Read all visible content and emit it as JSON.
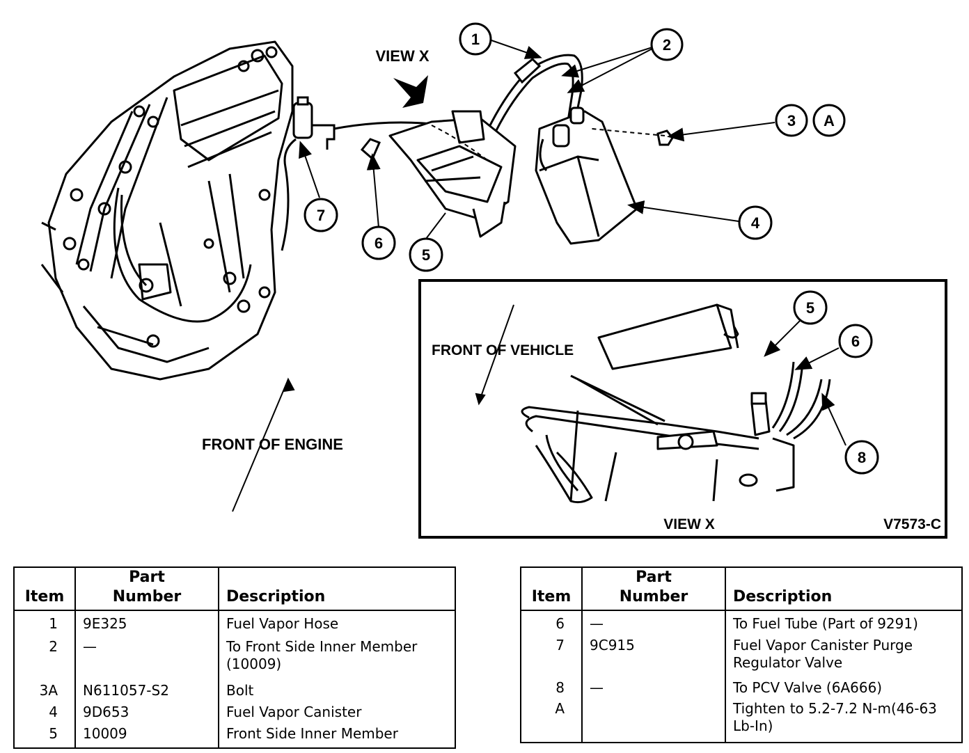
{
  "diagram": {
    "view_x_label": "VIEW X",
    "front_of_engine": "FRONT OF ENGINE",
    "front_of_vehicle": "FRONT OF VEHICLE",
    "inset_view_label": "VIEW X",
    "figure_code": "V7573-C",
    "callouts": {
      "c1": "1",
      "c2": "2",
      "c3": "3",
      "cA": "A",
      "c4": "4",
      "c5": "5",
      "c6": "6",
      "c7": "7",
      "i5": "5",
      "i6": "6",
      "i8": "8"
    }
  },
  "table_left": {
    "headers": {
      "item": "Item",
      "part_number": "Part\nNumber",
      "description": "Description"
    },
    "rows": [
      {
        "item": "1",
        "part_number": "9E325",
        "description": "Fuel Vapor Hose"
      },
      {
        "item": "2",
        "part_number": "—",
        "description": "To Front Side Inner Member (10009)"
      },
      {
        "item": "3A",
        "part_number": "N611057-S2",
        "description": "Bolt"
      },
      {
        "item": "4",
        "part_number": "9D653",
        "description": "Fuel Vapor Canister"
      },
      {
        "item": "5",
        "part_number": "10009",
        "description": "Front Side Inner Member"
      }
    ]
  },
  "table_right": {
    "headers": {
      "item": "Item",
      "part_number": "Part\nNumber",
      "description": "Description"
    },
    "rows": [
      {
        "item": "6",
        "part_number": "—",
        "description": "To Fuel Tube (Part of 9291)"
      },
      {
        "item": "7",
        "part_number": "9C915",
        "description": "Fuel Vapor Canister Purge Regulator Valve"
      },
      {
        "item": "8",
        "part_number": "—",
        "description": "To PCV Valve (6A666)"
      },
      {
        "item": "A",
        "part_number": "",
        "description": "Tighten to 5.2-7.2 N-m(46-63 Lb-In)"
      }
    ]
  }
}
